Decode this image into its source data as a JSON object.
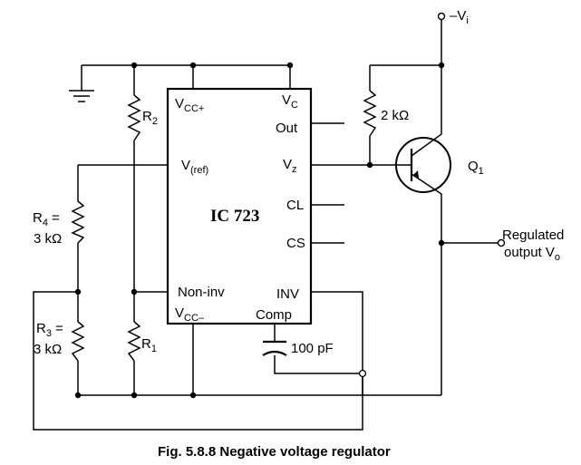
{
  "ic": {
    "name": "IC 723",
    "pins": {
      "vcc_plus": {
        "main": "V",
        "sub": "CC+"
      },
      "vc": {
        "main": "V",
        "sub": "C"
      },
      "out": "Out",
      "vref": {
        "main": "V",
        "sub": "(ref)"
      },
      "vz": {
        "main": "V",
        "sub": "z"
      },
      "cl": "CL",
      "cs": "CS",
      "non_inv": "Non-inv",
      "inv": "INV",
      "vcc_minus": {
        "main": "V",
        "sub": "CC–"
      },
      "comp": "Comp"
    }
  },
  "components": {
    "r1": {
      "main": "R",
      "sub": "1"
    },
    "r2": {
      "main": "R",
      "sub": "2"
    },
    "r3": {
      "main": "R",
      "sub": "3",
      "value": "3 kΩ",
      "eq": "="
    },
    "r4": {
      "main": "R",
      "sub": "4",
      "value": "3 kΩ",
      "eq": "="
    },
    "r_2k": "2 kΩ",
    "cap": "100 pF",
    "q1": {
      "main": "Q",
      "sub": "1"
    }
  },
  "terminals": {
    "input": {
      "main": "–V",
      "sub": "i"
    },
    "output_line1": "Regulated",
    "output_line2": {
      "main": "output V",
      "sub": "o"
    }
  },
  "caption": "Fig. 5.8.8 Negative voltage regulator"
}
